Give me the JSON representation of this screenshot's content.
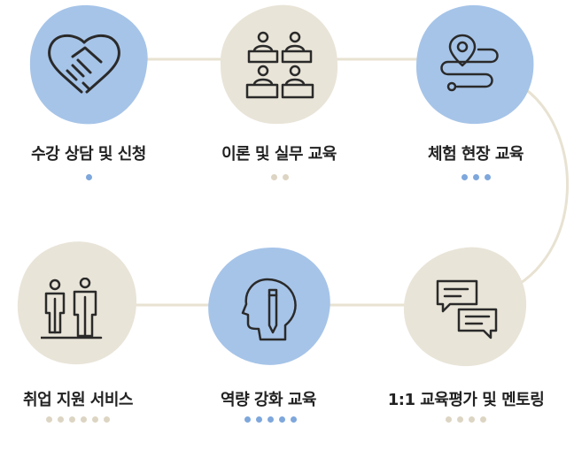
{
  "colors": {
    "blue": "#a6c4e8",
    "beige": "#e9e4d8",
    "line": "#e8e2d2",
    "dot_blue": "#7ea7dc",
    "dot_beige": "#ddd5c3",
    "icon": "#2a2a2a"
  },
  "steps": [
    {
      "label": "수강 상담 및 신청",
      "icon": "handshake-icon",
      "color": "blue",
      "dots": 1
    },
    {
      "label": "이론 및 실무 교육",
      "icon": "classroom-icon",
      "color": "beige",
      "dots": 2
    },
    {
      "label": "체험 현장 교육",
      "icon": "route-icon",
      "color": "blue",
      "dots": 3
    },
    {
      "label": "1:1 교육평가 및 멘토링",
      "icon": "chat-bubbles-icon",
      "color": "beige",
      "dots": 4
    },
    {
      "label": "역량 강화 교육",
      "icon": "head-pencil-icon",
      "color": "blue",
      "dots": 5
    },
    {
      "label": "취업 지원 서비스",
      "icon": "two-people-icon",
      "color": "beige",
      "dots": 6
    }
  ]
}
